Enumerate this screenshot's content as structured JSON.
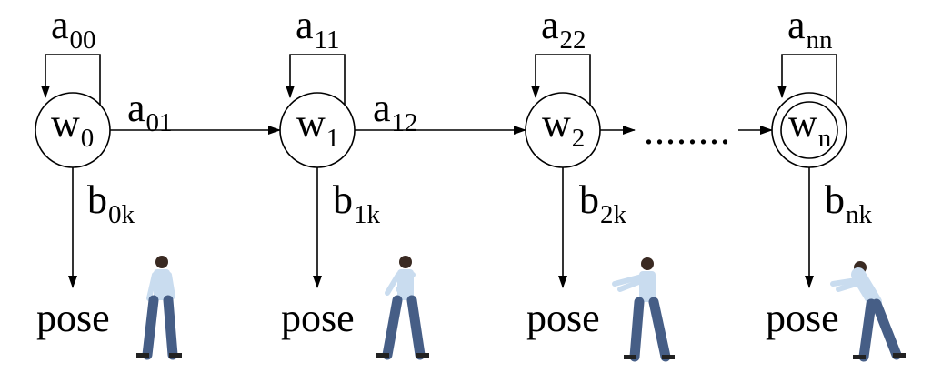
{
  "states": [
    {
      "letter": "w",
      "sub": "0"
    },
    {
      "letter": "w",
      "sub": "1"
    },
    {
      "letter": "w",
      "sub": "2"
    },
    {
      "letter": "w",
      "sub": "n"
    }
  ],
  "self_loops": [
    {
      "letter": "a",
      "sub": "00"
    },
    {
      "letter": "a",
      "sub": "11"
    },
    {
      "letter": "a",
      "sub": "22"
    },
    {
      "letter": "a",
      "sub": "nn"
    }
  ],
  "transitions": [
    {
      "letter": "a",
      "sub": "01"
    },
    {
      "letter": "a",
      "sub": "12"
    }
  ],
  "emissions": [
    {
      "letter": "b",
      "sub": "0k"
    },
    {
      "letter": "b",
      "sub": "1k"
    },
    {
      "letter": "b",
      "sub": "2k"
    },
    {
      "letter": "b",
      "sub": "nk"
    }
  ],
  "outputs": [
    "pose",
    "pose",
    "pose",
    "pose"
  ],
  "ellipsis": "........"
}
